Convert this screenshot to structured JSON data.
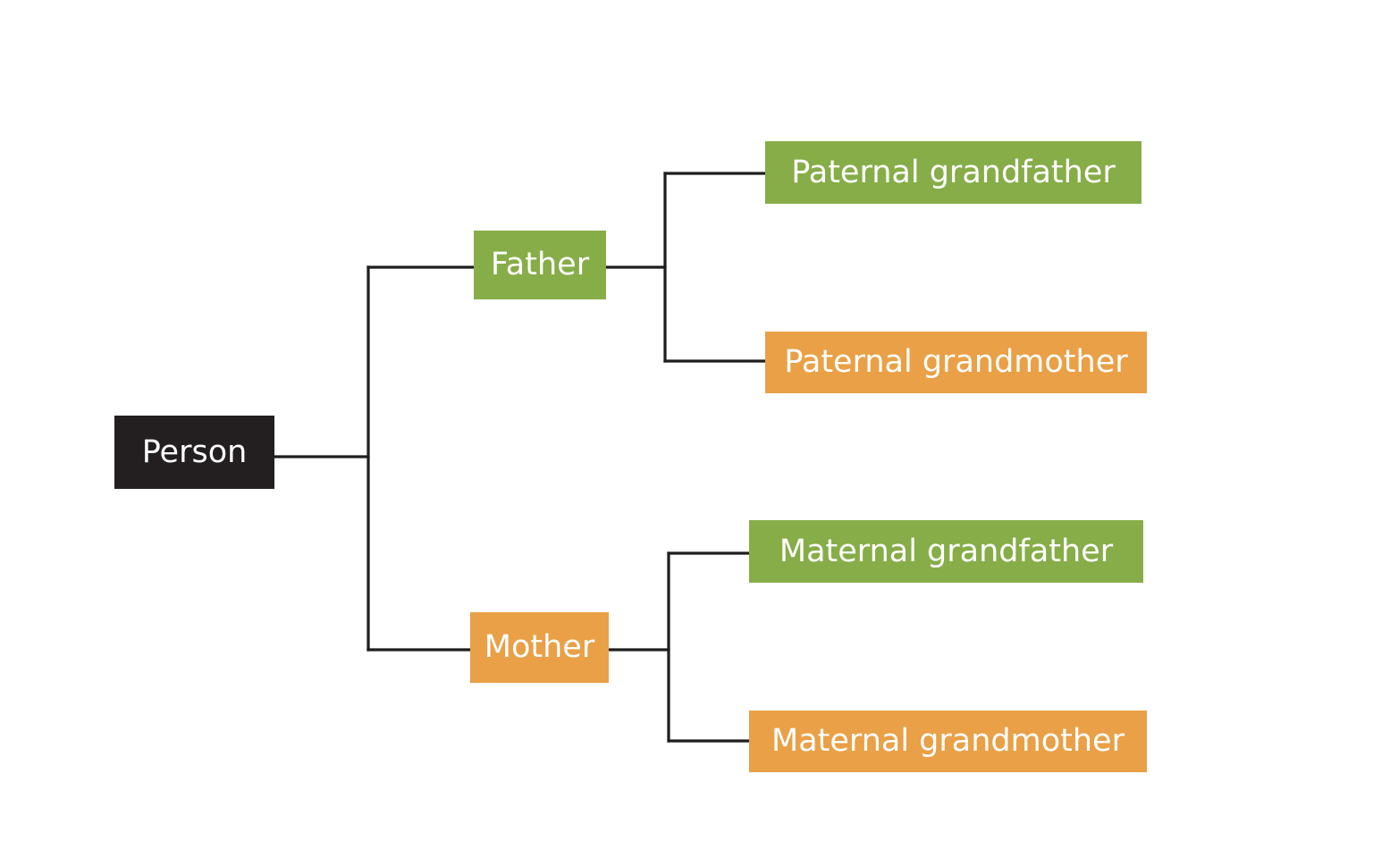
{
  "diagram": {
    "type": "family-tree",
    "nodes": {
      "person": {
        "label": "Person",
        "color": "#231f20"
      },
      "father": {
        "label": "Father",
        "color": "#86ad48"
      },
      "mother": {
        "label": "Mother",
        "color": "#e9a046"
      },
      "paternal_grandfather": {
        "label": "Paternal grandfather",
        "color": "#86ad48"
      },
      "paternal_grandmother": {
        "label": "Paternal grandmother",
        "color": "#e9a046"
      },
      "maternal_grandfather": {
        "label": "Maternal grandfather",
        "color": "#86ad48"
      },
      "maternal_grandmother": {
        "label": "Maternal grandmother",
        "color": "#e9a046"
      }
    },
    "edges": [
      {
        "from": "person",
        "to": "father"
      },
      {
        "from": "person",
        "to": "mother"
      },
      {
        "from": "father",
        "to": "paternal_grandfather"
      },
      {
        "from": "father",
        "to": "paternal_grandmother"
      },
      {
        "from": "mother",
        "to": "maternal_grandfather"
      },
      {
        "from": "mother",
        "to": "maternal_grandmother"
      }
    ],
    "colors": {
      "connector": "#1f1d1e",
      "male": "#86ad48",
      "female": "#e9a046",
      "root": "#231f20"
    }
  }
}
